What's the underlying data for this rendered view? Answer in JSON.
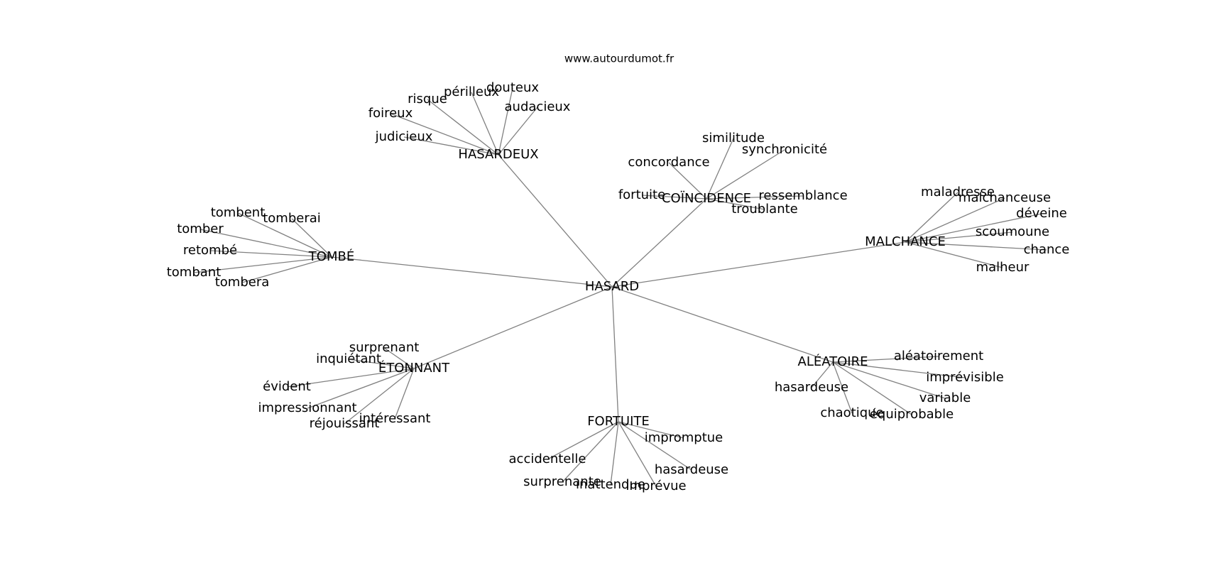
{
  "source": "www.autourdumot.fr",
  "center": "HASARD",
  "clusters": [
    {
      "id": "hasardeux",
      "label": "HASARDEUX",
      "words": [
        "judicieux",
        "foireux",
        "risque",
        "périlleux",
        "douteux",
        "audacieux"
      ]
    },
    {
      "id": "coincidence",
      "label": "COÏNCIDENCE",
      "words": [
        "fortuite",
        "concordance",
        "similitude",
        "synchronicité",
        "ressemblance",
        "troublante"
      ]
    },
    {
      "id": "malchance",
      "label": "MALCHANCE",
      "words": [
        "maladresse",
        "malchanceuse",
        "déveine",
        "scoumoune",
        "chance",
        "malheur"
      ]
    },
    {
      "id": "tombe",
      "label": "TOMBÉ",
      "words": [
        "tombent",
        "tomberai",
        "tomber",
        "retombé",
        "tombant",
        "tombera"
      ]
    },
    {
      "id": "etonnant",
      "label": "ÉTONNANT",
      "words": [
        "surprenant",
        "inquiétant",
        "évident",
        "impressionnant",
        "réjouissant",
        "intéressant"
      ]
    },
    {
      "id": "aleatoire",
      "label": "ALÉATOIRE",
      "words": [
        "aléatoirement",
        "imprévisible",
        "variable",
        "équiprobable",
        "chaotique",
        "hasardeuse"
      ]
    },
    {
      "id": "fortuite",
      "label": "FORTUITE",
      "words": [
        "impromptue",
        "hasardeuse",
        "imprévue",
        "inattendue",
        "surprenante",
        "accidentelle"
      ]
    }
  ]
}
